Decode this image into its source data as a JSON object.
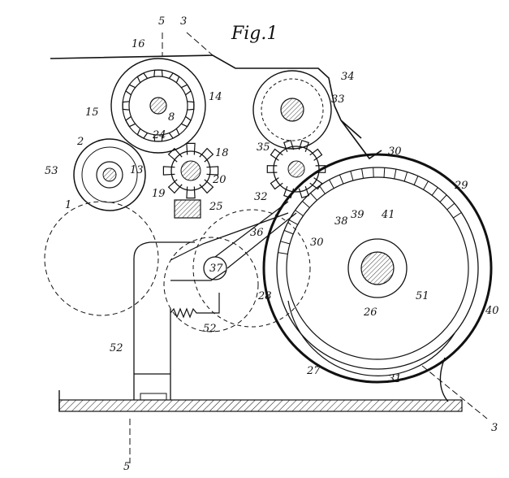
{
  "figure": {
    "title": "Fig.1",
    "section_marks": [
      "5",
      "3",
      "5",
      "3"
    ],
    "labels": [
      "16",
      "14",
      "15",
      "8",
      "34",
      "33",
      "2",
      "24",
      "18",
      "35",
      "30",
      "29",
      "53",
      "13",
      "1",
      "20",
      "19",
      "25",
      "32",
      "39",
      "38",
      "41",
      "36",
      "37",
      "30",
      "28",
      "26",
      "51",
      "52",
      "52",
      "27",
      "40",
      "31"
    ]
  }
}
